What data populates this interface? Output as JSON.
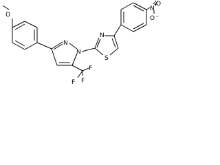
{
  "molecule": {
    "atom_labels": {
      "methoxy_o": "O",
      "pyrazole_n1": "N",
      "pyrazole_n2": "N",
      "thiazole_n": "N",
      "thiazole_s": "S",
      "nitro_n": "N",
      "nitro_plus": "+",
      "nitro_o_top": "O",
      "nitro_o_minus": "O",
      "minus_sign": "−",
      "f_top": "F",
      "f_right": "F",
      "f_bottom": "F"
    },
    "colors": {
      "bond": "#000000",
      "label": "#000000",
      "background": "#ffffff"
    }
  }
}
